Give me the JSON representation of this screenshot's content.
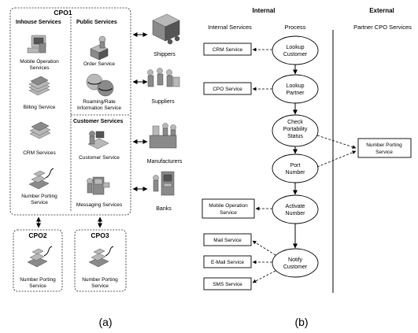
{
  "panel_a": {
    "caption": "(a)",
    "cpo1": {
      "title": "CPO1",
      "inhouse": {
        "title": "Inhouse Services",
        "items": [
          "Mobile Operation",
          "Services",
          "Billing Service",
          "CRM Services",
          "Number Porting",
          "Service"
        ]
      },
      "public": {
        "title": "Public Services",
        "items": [
          "Order Service",
          "Roaming/Rate",
          "Information Service"
        ]
      },
      "customer": {
        "title": "Customer Services",
        "items": [
          "Customer Service",
          "Messaging Services"
        ]
      }
    },
    "cpo2": {
      "title": "CPO2",
      "items": [
        "Number Porting",
        "Service"
      ]
    },
    "cpo3": {
      "title": "CPO3",
      "items": [
        "Number Porting",
        "Service"
      ]
    },
    "partners": [
      "Shippers",
      "Suppliers",
      "Manufacturers",
      "Banks"
    ]
  },
  "panel_b": {
    "caption": "(b)",
    "header_internal": "Internal",
    "header_external": "External",
    "col_internal_services": "Internal Services",
    "col_process": "Process",
    "col_partner": "Partner CPO Services",
    "services": [
      "CRM Service",
      "CPO Service",
      "Mobile Operation",
      "Service",
      "Mail Service",
      "E-Mail Service",
      "SMS Service"
    ],
    "process": [
      "Lookup",
      "Customer",
      "Lookup",
      "Partner",
      "Check",
      "Portability",
      "Status",
      "Port",
      "Number",
      "Activate",
      "Number",
      "Notify",
      "Customer"
    ],
    "external_service": [
      "Number Porting",
      "Service"
    ]
  }
}
